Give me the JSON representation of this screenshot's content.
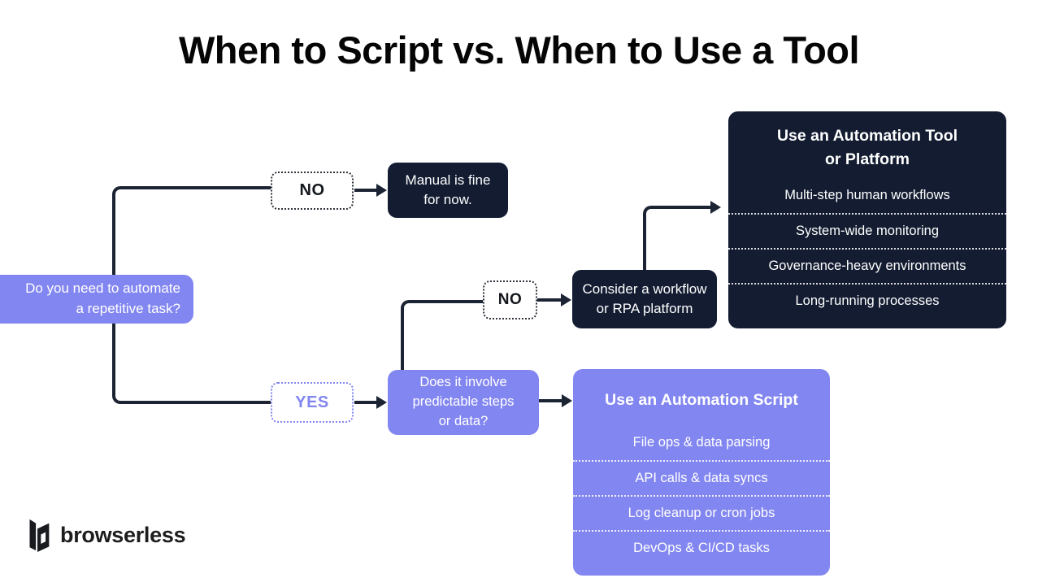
{
  "colors": {
    "purple": "#8286f0",
    "navy": "#131c31",
    "line": "#1c2434"
  },
  "title": "When to Script vs. When to Use a Tool",
  "flow": {
    "start": "Do you need to automate\na repetitive task?",
    "no_top": "NO",
    "manual": "Manual is fine\nfor now.",
    "yes": "YES",
    "question2": "Does it involve\npredictable steps\nor data?",
    "no_mid": "NO",
    "consider": "Consider a workflow\nor RPA platform",
    "tool_panel": {
      "title": "Use an Automation Tool\nor Platform",
      "items": [
        "Multi-step human workflows",
        "System-wide monitoring",
        "Governance-heavy environments",
        "Long-running processes"
      ]
    },
    "script_panel": {
      "title": "Use an Automation Script",
      "items": [
        "File ops & data parsing",
        "API calls & data syncs",
        "Log cleanup or cron jobs",
        "DevOps & CI/CD tasks"
      ]
    }
  },
  "logo": {
    "text": "browserless"
  }
}
